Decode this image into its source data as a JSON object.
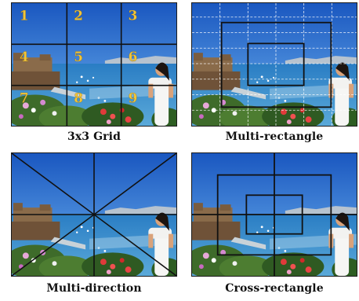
{
  "panels": [
    {
      "caption": "3x3 Grid",
      "grid_numbers": [
        "1",
        "2",
        "3",
        "4",
        "5",
        "6",
        "7",
        "8",
        "9"
      ]
    },
    {
      "caption": "Multi-rectangle"
    },
    {
      "caption": "Multi-direction"
    },
    {
      "caption": "Cross-rectangle"
    }
  ],
  "colors": {
    "sky_top": "#1e62c8",
    "sky_bottom": "#79b4ea",
    "sea": "#2f86c8",
    "lines": "#111111",
    "numbers": "#f2c53a"
  }
}
